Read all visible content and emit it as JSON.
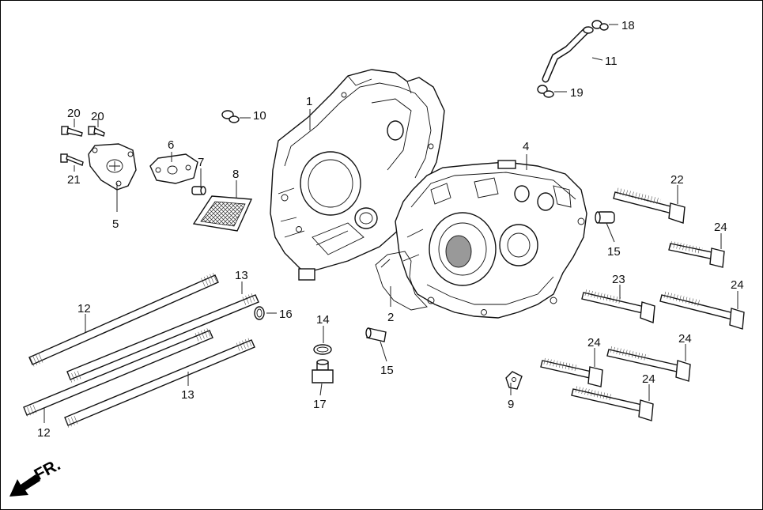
{
  "diagram": {
    "direction_label": "FR.",
    "callouts": {
      "c1": "1",
      "c2": "2",
      "c4": "4",
      "c5": "5",
      "c6": "6",
      "c7": "7",
      "c8": "8",
      "c9": "9",
      "c10": "10",
      "c11": "11",
      "c12a": "12",
      "c12b": "12",
      "c13a": "13",
      "c13b": "13",
      "c14": "14",
      "c15a": "15",
      "c15b": "15",
      "c16": "16",
      "c17": "17",
      "c18": "18",
      "c19": "19",
      "c20a": "20",
      "c20b": "20",
      "c21": "21",
      "c22": "22",
      "c23": "23",
      "c24a": "24",
      "c24b": "24",
      "c24c": "24",
      "c24d": "24",
      "c24e": "24"
    }
  }
}
